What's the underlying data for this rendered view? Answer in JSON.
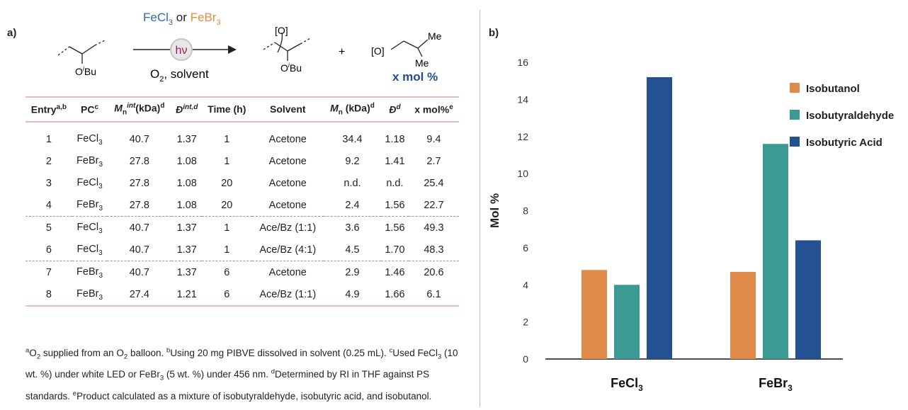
{
  "panel_a_label": "a)",
  "panel_b_label": "b)",
  "scheme": {
    "catalyst_a": "FeCl",
    "catalyst_a_sub": "3",
    "catalyst_or": "or",
    "catalyst_b": "FeBr",
    "catalyst_b_sub": "3",
    "light": "hν",
    "conditions": "O",
    "conditions_sub": "2",
    "conditions_tail": ", solvent",
    "substituent": "O",
    "substituent_sup": "i",
    "substituent_tail": "Bu",
    "oxidized_mark": "[O]",
    "plus": "+",
    "product_me_top": "Me",
    "product_me_bottom": "Me",
    "yield_label": "x mol %",
    "color_fecl3": "#2e6aa8",
    "color_febr3": "#e08c3c",
    "color_yield": "#1f4e8c"
  },
  "table": {
    "headers": [
      {
        "text": "Entry",
        "sup": "a,b",
        "italic": false
      },
      {
        "text": "PC",
        "sup": "c",
        "italic": false
      },
      {
        "text": "M",
        "sub": "n",
        "sup": "int",
        "tail": "(kDa)",
        "sup2": "d",
        "italic": true
      },
      {
        "text": "Đ",
        "sup": "int,d",
        "italic": true
      },
      {
        "text": "Time (h)",
        "italic": false
      },
      {
        "text": "Solvent",
        "italic": false
      },
      {
        "text": "M",
        "sub": "n",
        "tail": " (kDa)",
        "sup2": "d",
        "italic": true
      },
      {
        "text": "Đ",
        "sup": "d",
        "italic": true
      },
      {
        "text": "x mol%",
        "sup": "e",
        "italic": false
      }
    ],
    "rows": [
      {
        "entry": "1",
        "pc": "FeCl",
        "pc_sub": "3",
        "mn_int": "40.7",
        "d_int": "1.37",
        "time": "1",
        "solvent": "Acetone",
        "mn": "34.4",
        "d": "1.18",
        "xmol": "9.4"
      },
      {
        "entry": "2",
        "pc": "FeBr",
        "pc_sub": "3",
        "mn_int": "27.8",
        "d_int": "1.08",
        "time": "1",
        "solvent": "Acetone",
        "mn": "9.2",
        "d": "1.41",
        "xmol": "2.7"
      },
      {
        "entry": "3",
        "pc": "FeCl",
        "pc_sub": "3",
        "mn_int": "27.8",
        "d_int": "1.08",
        "time": "20",
        "solvent": "Acetone",
        "mn": "n.d.",
        "d": "n.d.",
        "xmol": "25.4"
      },
      {
        "entry": "4",
        "pc": "FeBr",
        "pc_sub": "3",
        "mn_int": "27.8",
        "d_int": "1.08",
        "time": "20",
        "solvent": "Acetone",
        "mn": "2.4",
        "d": "1.56",
        "xmol": "22.7"
      },
      {
        "entry": "5",
        "pc": "FeCl",
        "pc_sub": "3",
        "mn_int": "40.7",
        "d_int": "1.37",
        "time": "1",
        "solvent": "Ace/Bz (1:1)",
        "mn": "3.6",
        "d": "1.56",
        "xmol": "49.3"
      },
      {
        "entry": "6",
        "pc": "FeCl",
        "pc_sub": "3",
        "mn_int": "40.7",
        "d_int": "1.37",
        "time": "1",
        "solvent": "Ace/Bz (4:1)",
        "mn": "4.5",
        "d": "1.70",
        "xmol": "48.3"
      },
      {
        "entry": "7",
        "pc": "FeBr",
        "pc_sub": "3",
        "mn_int": "40.7",
        "d_int": "1.37",
        "time": "6",
        "solvent": "Acetone",
        "mn": "2.9",
        "d": "1.46",
        "xmol": "20.6"
      },
      {
        "entry": "8",
        "pc": "FeBr",
        "pc_sub": "3",
        "mn_int": "27.4",
        "d_int": "1.21",
        "time": "6",
        "solvent": "Ace/Bz (1:1)",
        "mn": "4.9",
        "d": "1.66",
        "xmol": "6.1"
      }
    ],
    "group_starts": [
      4,
      6
    ]
  },
  "footnotes": [
    {
      "mark": "a",
      "parts": [
        "O",
        "2",
        " supplied from an O",
        "2",
        " balloon. "
      ]
    },
    {
      "mark": "b",
      "parts": [
        "Using 20 mg PIBVE dissolved in solvent (0.25 mL). "
      ]
    },
    {
      "mark": "c",
      "parts": [
        "Used FeCl",
        "3",
        " (10 wt. %) under white LED or FeBr",
        "3",
        " (5 wt. %) under 456 nm. "
      ]
    },
    {
      "mark": "d",
      "parts": [
        "Determined by RI in THF against PS standards. "
      ]
    },
    {
      "mark": "e",
      "parts": [
        "Product calculated as a mixture of isobutyraldehyde, isobutyric acid, and isobutanol."
      ]
    }
  ],
  "chart_data": {
    "type": "bar",
    "categories": [
      "FeCl3",
      "FeBr3"
    ],
    "category_labels": [
      {
        "base": "FeCl",
        "sub": "3"
      },
      {
        "base": "FeBr",
        "sub": "3"
      }
    ],
    "series": [
      {
        "name": "Isobutanol",
        "values": [
          4.8,
          4.7
        ],
        "color": "#e08a4a"
      },
      {
        "name": "Isobutyraldehyde",
        "values": [
          4.0,
          11.6
        ],
        "color": "#3c9a95"
      },
      {
        "name": "Isobutyric Acid",
        "values": [
          15.2,
          6.4
        ],
        "color": "#235192"
      }
    ],
    "ylabel": "Mol %",
    "yticks": [
      0,
      2,
      4,
      6,
      8,
      10,
      12,
      14,
      16
    ],
    "ylim": [
      0,
      16
    ],
    "grid": false,
    "legend_position": "top-right"
  }
}
